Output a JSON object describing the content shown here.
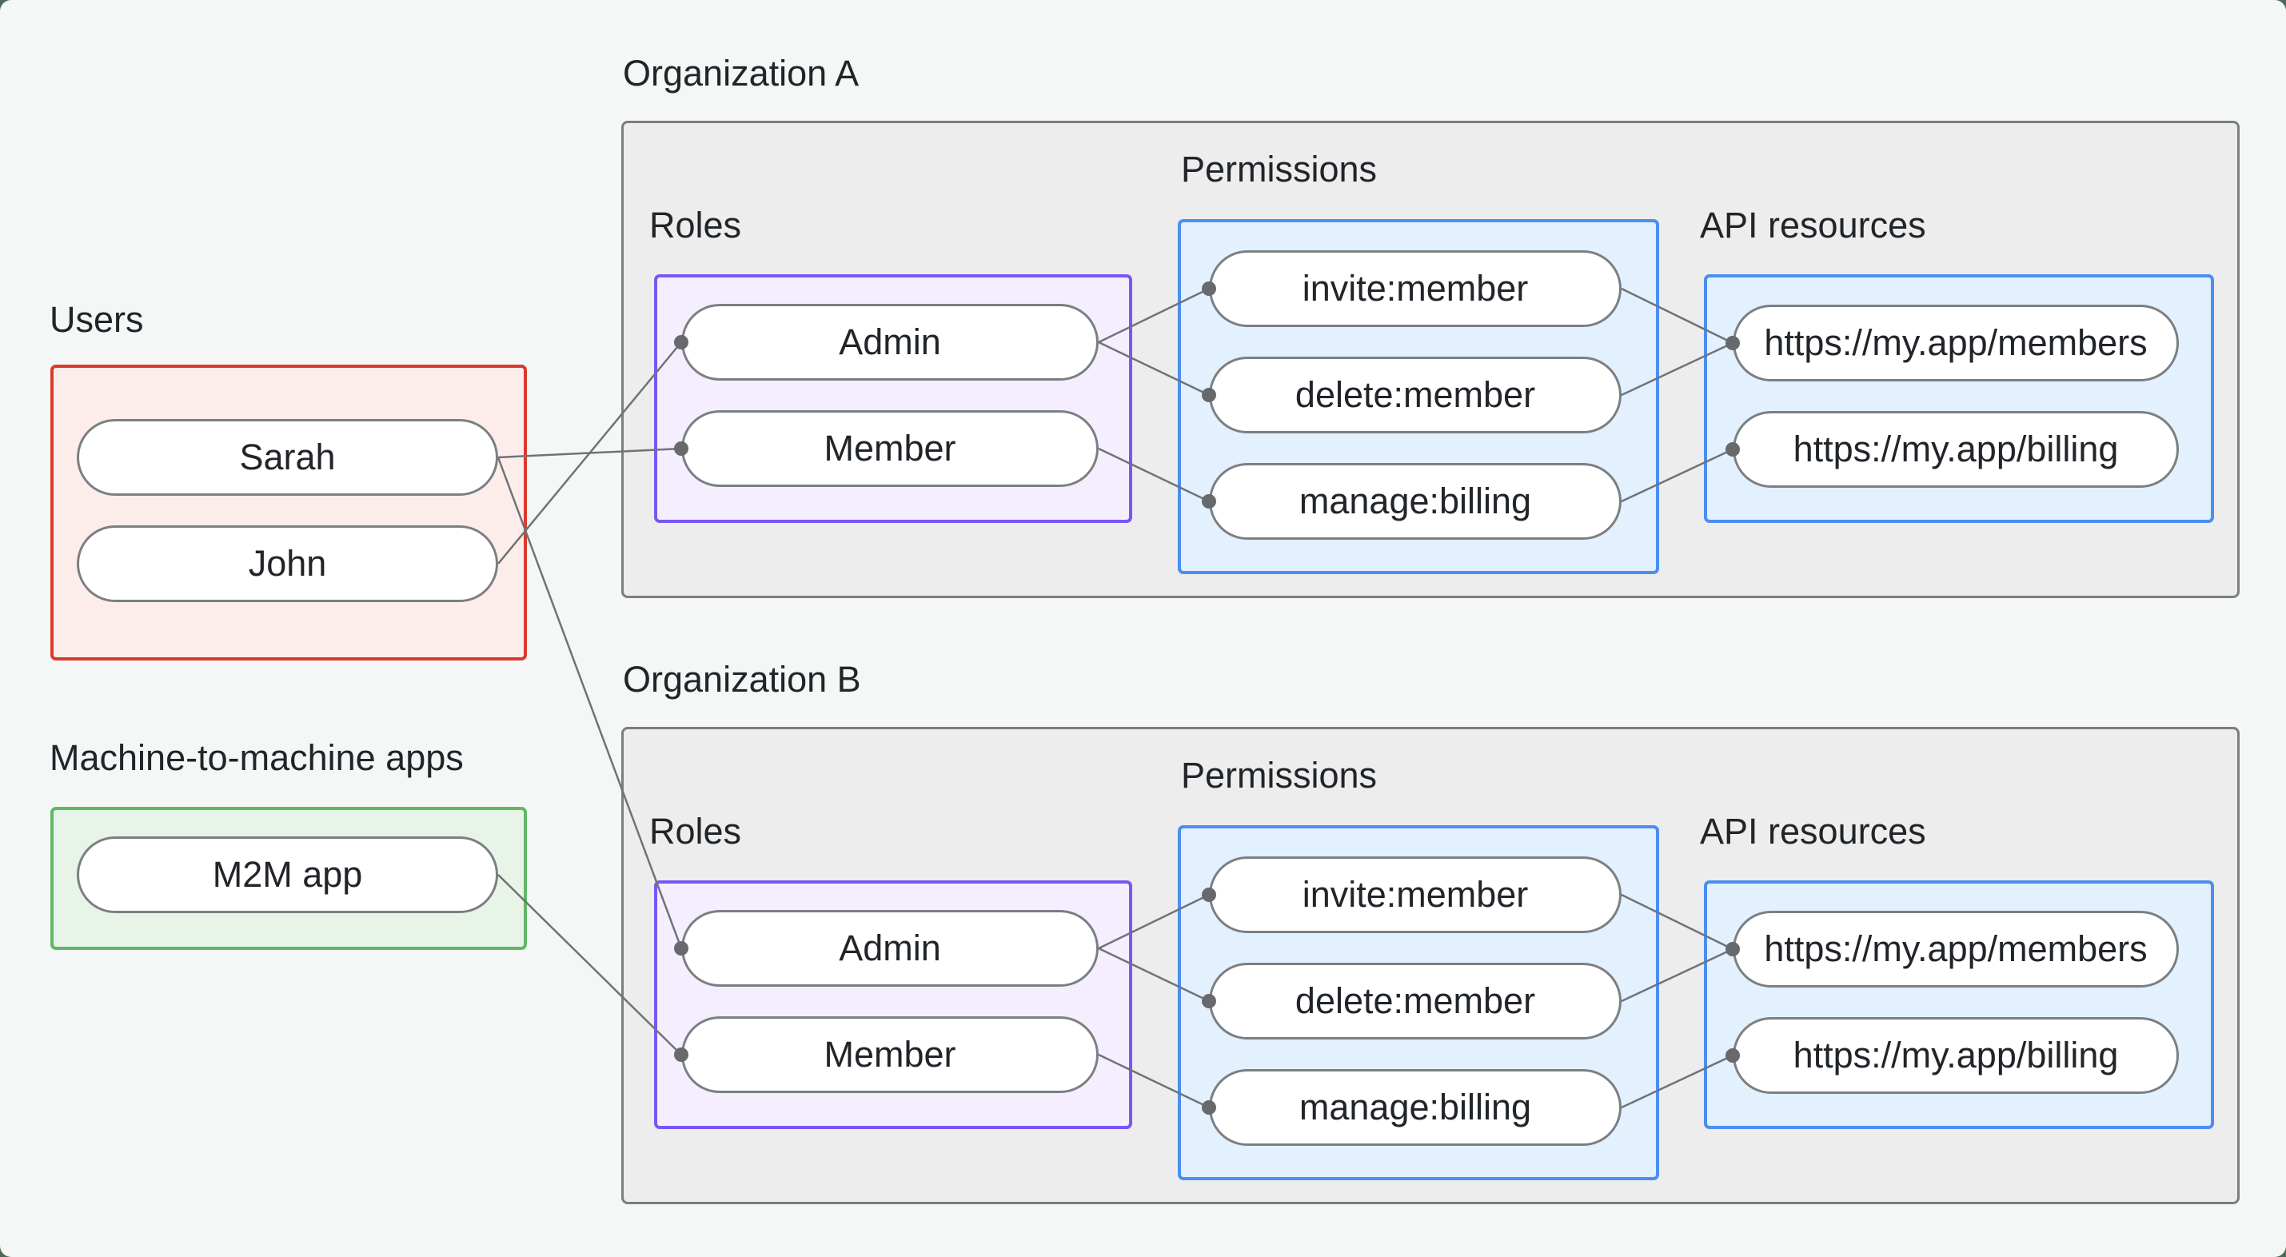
{
  "users": {
    "label": "Users",
    "items": [
      "Sarah",
      "John"
    ]
  },
  "m2m": {
    "label": "Machine-to-machine apps",
    "items": [
      "M2M app"
    ]
  },
  "orgs": [
    {
      "title": "Organization A",
      "roles_label": "Roles",
      "permissions_label": "Permissions",
      "api_label": "API resources",
      "roles": [
        "Admin",
        "Member"
      ],
      "permissions": [
        "invite:member",
        "delete:member",
        "manage:billing"
      ],
      "api_resources": [
        "https://my.app/members",
        "https://my.app/billing"
      ]
    },
    {
      "title": "Organization B",
      "roles_label": "Roles",
      "permissions_label": "Permissions",
      "api_label": "API resources",
      "roles": [
        "Admin",
        "Member"
      ],
      "permissions": [
        "invite:member",
        "delete:member",
        "manage:billing"
      ],
      "api_resources": [
        "https://my.app/members",
        "https://my.app/billing"
      ]
    }
  ],
  "connections": [
    {
      "from": "Sarah",
      "to": "Organization A / Member"
    },
    {
      "from": "John",
      "to": "Organization A / Admin"
    },
    {
      "from": "Sarah",
      "to": "Organization B / Admin"
    },
    {
      "from": "M2M app",
      "to": "Organization B / Member"
    },
    {
      "from": "Organization A / Admin",
      "to": "Organization A / invite:member"
    },
    {
      "from": "Organization A / Admin",
      "to": "Organization A / delete:member"
    },
    {
      "from": "Organization A / Member",
      "to": "Organization A / manage:billing"
    },
    {
      "from": "Organization A / invite:member",
      "to": "Organization A / https://my.app/members"
    },
    {
      "from": "Organization A / delete:member",
      "to": "Organization A / https://my.app/members"
    },
    {
      "from": "Organization A / manage:billing",
      "to": "Organization A / https://my.app/billing"
    },
    {
      "from": "Organization B / Admin",
      "to": "Organization B / invite:member"
    },
    {
      "from": "Organization B / Admin",
      "to": "Organization B / delete:member"
    },
    {
      "from": "Organization B / Member",
      "to": "Organization B / manage:billing"
    },
    {
      "from": "Organization B / invite:member",
      "to": "Organization B / https://my.app/members"
    },
    {
      "from": "Organization B / delete:member",
      "to": "Organization B / https://my.app/members"
    },
    {
      "from": "Organization B / manage:billing",
      "to": "Organization B / https://my.app/billing"
    }
  ],
  "colors": {
    "page_background": "#f5f7f6",
    "backdrop": "#4a6b57",
    "org_fill": "#ecedec",
    "org_border": "#7b7e80",
    "users_border": "#d83b2d",
    "users_fill": "#fcedeb",
    "m2m_border": "#5eb964",
    "m2m_fill": "#e8f4e8",
    "roles_border": "#7a56f4",
    "roles_fill": "#f4eefe",
    "permissions_border": "#4c8ef2",
    "permissions_fill": "#e3f0fd",
    "edge_line": "#6f7377",
    "edge_dot": "#67696c",
    "text": "#212529"
  }
}
